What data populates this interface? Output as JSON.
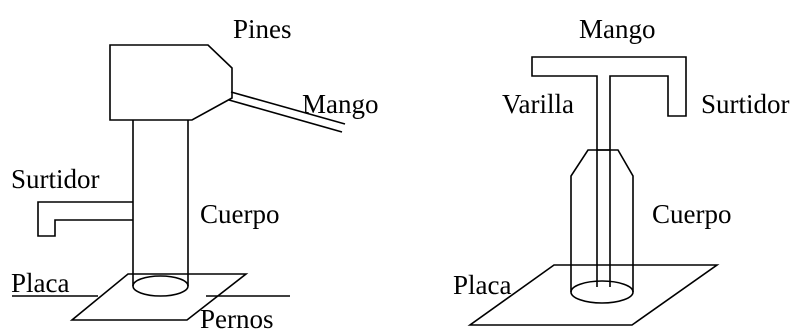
{
  "left_pump": {
    "labels": {
      "pines": "Pines",
      "mango": "Mango",
      "surtidor": "Surtidor",
      "cuerpo": "Cuerpo",
      "placa": "Placa",
      "pernos": "Pernos"
    }
  },
  "right_pump": {
    "labels": {
      "mango": "Mango",
      "varilla": "Varilla",
      "surtidor": "Surtidor",
      "cuerpo": "Cuerpo",
      "placa": "Placa"
    }
  },
  "colors": {
    "stroke": "#000000",
    "background": "#ffffff"
  }
}
